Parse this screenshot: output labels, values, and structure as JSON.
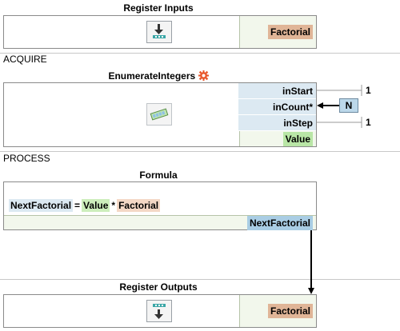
{
  "register_inputs": {
    "title": "Register Inputs",
    "output": "Factorial",
    "icon": "download-arrow-icon"
  },
  "acquire": {
    "section": "ACQUIRE",
    "title": "EnumerateIntegers",
    "gear_icon": "gear-icon",
    "ports": [
      "inStart",
      "inCount*",
      "inStep"
    ],
    "output": "Value",
    "consts": {
      "start": "1",
      "step": "1",
      "count_var": "N"
    }
  },
  "process": {
    "section": "PROCESS",
    "title": "Formula",
    "formula": {
      "lhs": "NextFactorial",
      "eq": "=",
      "a": "Value",
      "op": "*",
      "b": "Factorial"
    },
    "output": "NextFactorial"
  },
  "register_outputs": {
    "title": "Register Outputs",
    "input": "Factorial",
    "icon": "upload-arrow-icon"
  },
  "colors": {
    "factorial_tag": "#e0b597",
    "value_tag": "#b9e6a6",
    "next_tag": "#a9cde4",
    "port_bg": "#dce9f2",
    "gear": "#e8562a"
  }
}
